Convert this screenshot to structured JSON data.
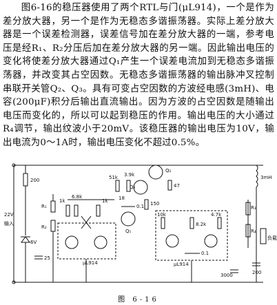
{
  "paragraph": "图6-16的稳压器使用了两个RTL与门(μL914)，一个是作为差分放大器，另一个是作为无稳态多谐振荡器。实际上差分放大器是一个误差检测器，误差信号加在差分放大器的一端，参考电压是经R₁、R₂分压后加在差分放大器的另一端。因此输出电压的变化将使差分放大器通过Q₁产生一个误差电流加到无稳态多谐振荡器，并改变其占空因数。无稳态多谐振荡器的输出脉冲叉控制串联开关管Q₂、Q₃。具有可变占空因数的方波经电感(3mH)、电容(200μF)积分后输出直流输出。因为方波的占空因数是随输出电压而变化的，所以可以起到稳压的作用。输出电压的大小通过R₄调节，输出纹波小于20mV。该稳压器的输出电压为10V，输出电流为0～1A时，输出电压变化不超过0.5%。",
  "figure": {
    "labels": {
      "r_200": "200",
      "r_6k8": "6.8k",
      "r_1k_a": "1k",
      "r_1k_b": "1k",
      "r_10k": "10k",
      "r_4k7": "4.7k",
      "r_47": "47",
      "r_3k9": "3.9k",
      "r_51k": "51k",
      "r_8k2": "8.2k",
      "r_150": "150",
      "c_0_1": "0.1",
      "c_0_1b": "0.1",
      "c_25": "25",
      "c_3000": "3000",
      "c_200": "200",
      "l_3mh": "3mH",
      "ul914_a": "μL914",
      "ul914_b": "μL914",
      "q1": "Q₁",
      "q2": "Q₂",
      "q3": "Q₃",
      "r1": "R₁",
      "r2": "R₂",
      "r3": "R₃",
      "r4": "R₄",
      "d_6v": "6V",
      "load": "负载",
      "input_label": "输入",
      "v_22": "22V",
      "ar_18": "18"
    },
    "caption": "图 6-16"
  }
}
